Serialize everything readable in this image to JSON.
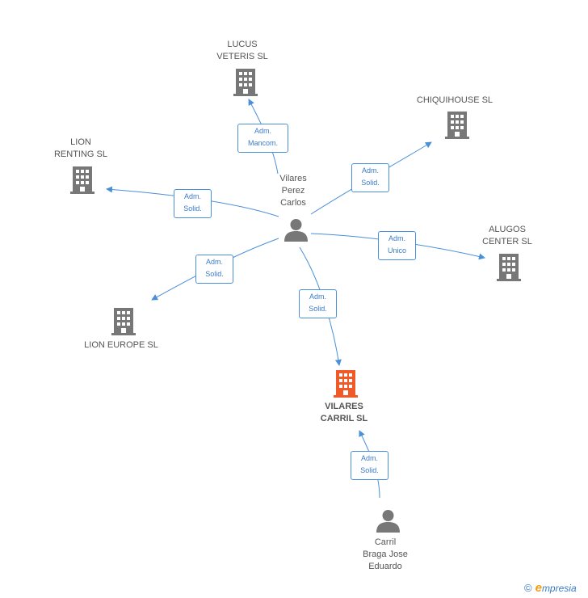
{
  "nodes": {
    "vilares_perez": {
      "label": "Vilares\nPerez\nCarlos",
      "kind": "person"
    },
    "carril_braga": {
      "label": "Carril\nBraga Jose\nEduardo",
      "kind": "person"
    },
    "lucus": {
      "label": "LUCUS\nVETERIS SL",
      "kind": "company"
    },
    "chiquihouse": {
      "label": "CHIQUIHOUSE SL",
      "kind": "company"
    },
    "lion_renting": {
      "label": "LION\nRENTING  SL",
      "kind": "company"
    },
    "alugos": {
      "label": "ALUGOS\nCENTER SL",
      "kind": "company"
    },
    "lion_europe": {
      "label": "LION EUROPE SL",
      "kind": "company"
    },
    "vilares_carril": {
      "label": "VILARES\nCARRIL SL",
      "kind": "company-main"
    }
  },
  "edges": {
    "to_lucus": "Adm.\nMancom.",
    "to_chiquihouse": "Adm.\nSolid.",
    "to_lion_renting": "Adm.\nSolid.",
    "to_alugos": "Adm.\nUnico",
    "to_lion_europe": "Adm.\nSolid.",
    "to_vilares_carril": "Adm.\nSolid.",
    "carril_to_vilares": "Adm.\nSolid."
  },
  "colors": {
    "edge": "#4a90d9",
    "building": "#777777",
    "building_main": "#f05a28",
    "person": "#777777"
  },
  "footer": {
    "copyright": "©",
    "brand_e": "e",
    "brand_rest": "mpresia"
  }
}
